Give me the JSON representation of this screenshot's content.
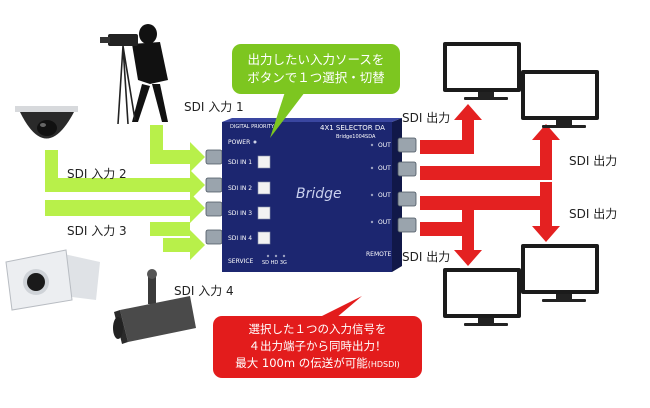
{
  "inputs": [
    {
      "label": "SDI 入力 1"
    },
    {
      "label": "SDI 入力 2"
    },
    {
      "label": "SDI 入力 3"
    },
    {
      "label": "SDI 入力 4"
    }
  ],
  "outputs": [
    {
      "label": "SDI 出力"
    },
    {
      "label": "SDI 出力"
    },
    {
      "label": "SDI 出力"
    },
    {
      "label": "SDI 出力"
    }
  ],
  "callout_select": {
    "line1": "出力したい入力ソースを",
    "line2": "ボタンで１つ選択・切替"
  },
  "callout_output": {
    "line1": "選択した１つの入力信号を",
    "line2": "４出力端子から同時出力！",
    "line3_main": "最大 100m の伝送が可能",
    "line3_small": "(HDSDI)"
  },
  "device": {
    "brand": "DIGITAL PRIORITY",
    "model_line": "4X1 SELECTOR DA",
    "sub_model": "Bridge1004SDA",
    "logo": "Bridge",
    "power": "POWER",
    "buttons": [
      "SDI IN 1",
      "SDI IN 2",
      "SDI IN 3",
      "SDI IN 4"
    ],
    "outs": [
      "OUT",
      "OUT",
      "OUT",
      "OUT"
    ],
    "service": "SERVICE",
    "remote": "REMOTE",
    "leds": "SD HD 3G"
  },
  "colors": {
    "input_arrow": "#b8f04a",
    "output_arrow": "#e42121",
    "device_body": "#1c2670",
    "callout_green": "#7dc620",
    "callout_red": "#e31c1c"
  }
}
